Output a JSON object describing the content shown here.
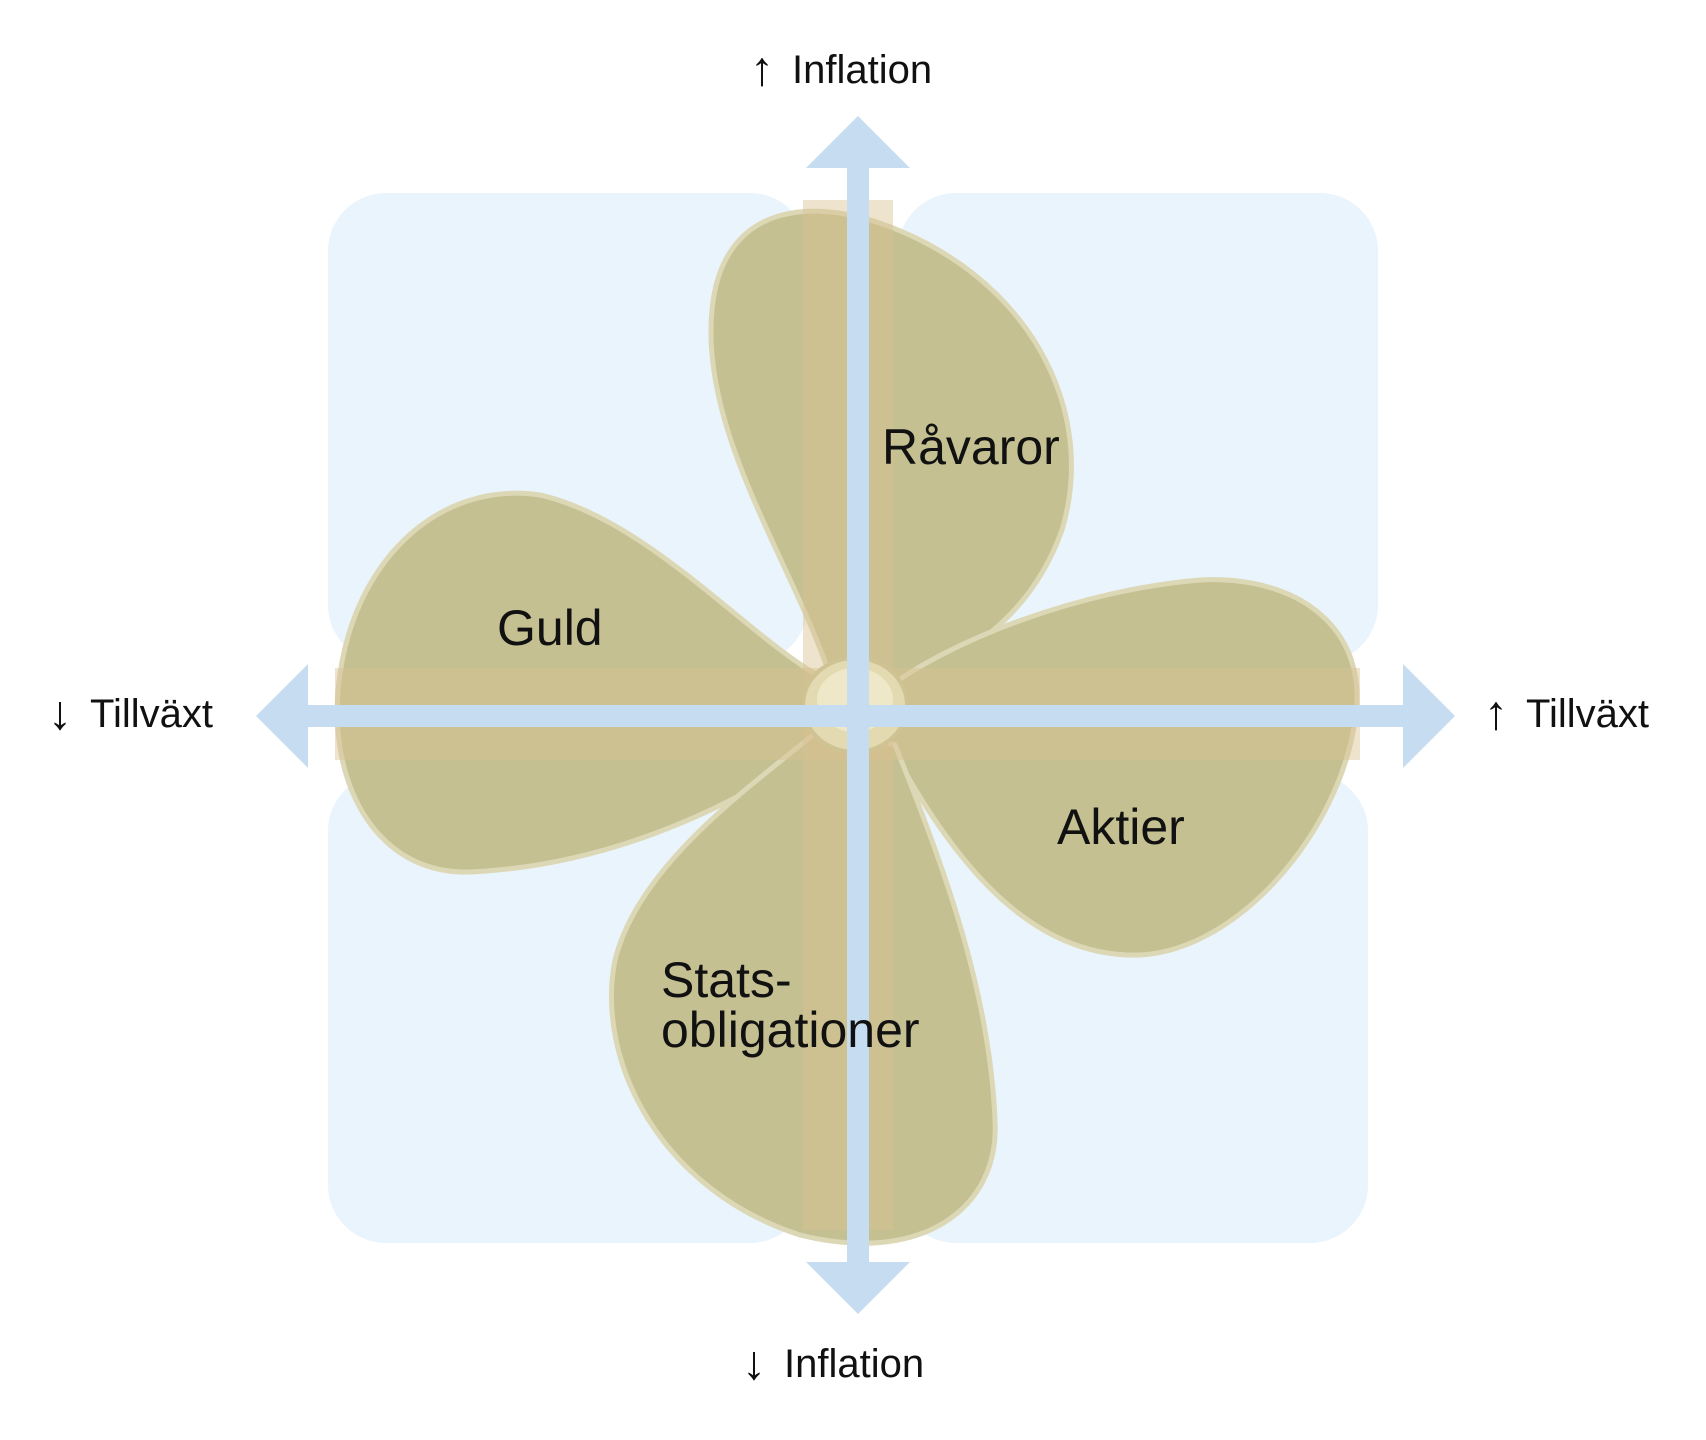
{
  "colors": {
    "background": "#ffffff",
    "quadrant_fill": "#eaf4fc",
    "axis_arrow": "#c6dcf0",
    "blade_fill": "#c4c092",
    "blade_edge": "#dcd8b6",
    "blade_band": "#d9c290",
    "text": "#111111"
  },
  "icons": {
    "propeller": "propeller-icon",
    "axis_up": "arrow-up-icon",
    "axis_down": "arrow-down-icon"
  },
  "axes": {
    "top": {
      "arrow": "↑",
      "label": "Inflation"
    },
    "bottom": {
      "arrow": "↓",
      "label": "Inflation"
    },
    "left": {
      "arrow": "↓",
      "label": "Tillväxt"
    },
    "right": {
      "arrow": "↑",
      "label": "Tillväxt"
    }
  },
  "quadrants": {
    "top_right": {
      "label": "Råvaror"
    },
    "top_left": {
      "label": "Guld"
    },
    "bottom_right": {
      "label": "Aktier"
    },
    "bottom_left": {
      "line1": "Stats-",
      "line2": "obligationer"
    }
  }
}
